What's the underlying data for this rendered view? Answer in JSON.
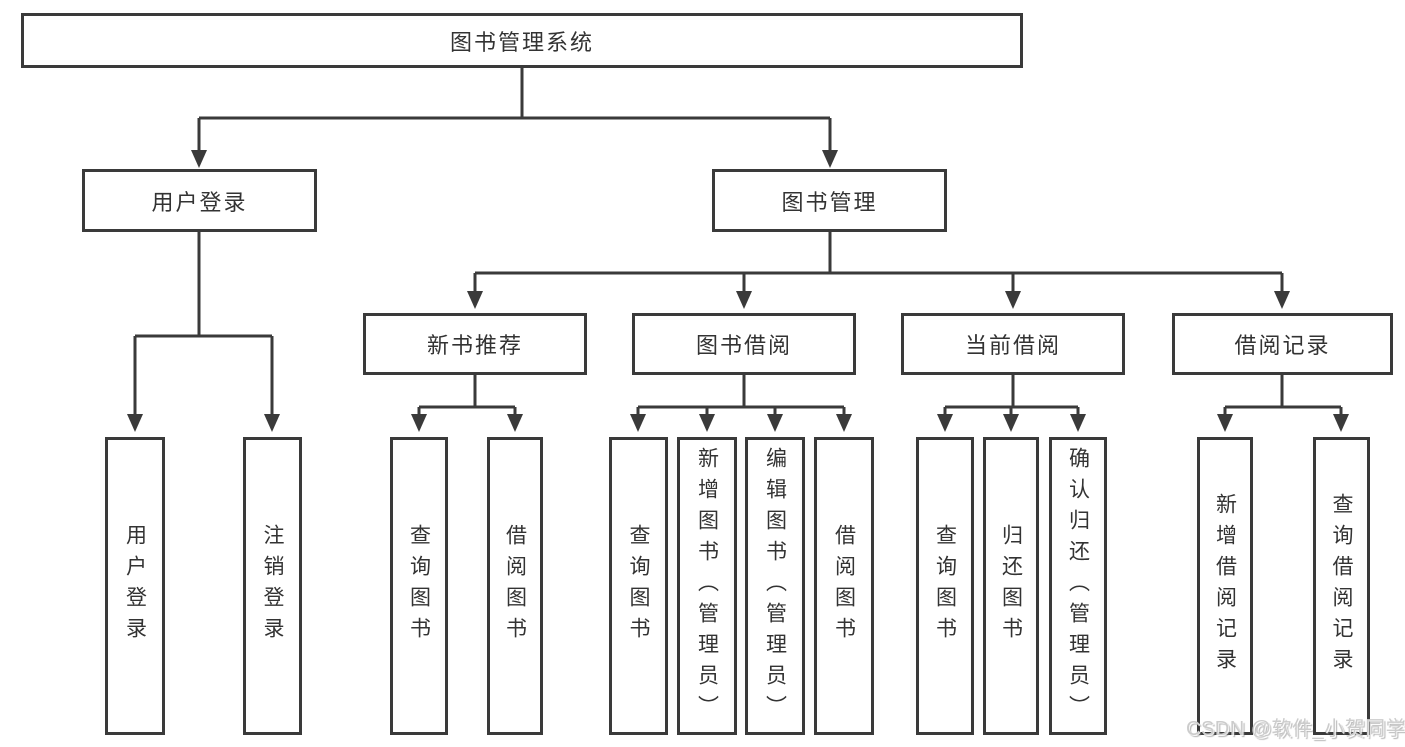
{
  "colors": {
    "line": "#3a3a3a",
    "text": "#333333",
    "background": "#ffffff",
    "watermark": "#cccccc"
  },
  "root": {
    "label": "图书管理系统"
  },
  "level2": [
    {
      "label": "用户登录"
    },
    {
      "label": "图书管理"
    }
  ],
  "level3": [
    {
      "label": "新书推荐"
    },
    {
      "label": "图书借阅"
    },
    {
      "label": "当前借阅"
    },
    {
      "label": "借阅记录"
    }
  ],
  "leaves": [
    {
      "label": "用户登录"
    },
    {
      "label": "注销登录"
    },
    {
      "label": "查询图书"
    },
    {
      "label": "借阅图书"
    },
    {
      "label": "查询图书"
    },
    {
      "label": "新增图书（管理员）"
    },
    {
      "label": "编辑图书（管理员）"
    },
    {
      "label": "借阅图书"
    },
    {
      "label": "查询图书"
    },
    {
      "label": "归还图书"
    },
    {
      "label": "确认归还（管理员）"
    },
    {
      "label": "新增借阅记录"
    },
    {
      "label": "查询借阅记录"
    }
  ],
  "watermark": "CSDN @软件_小贺同学"
}
